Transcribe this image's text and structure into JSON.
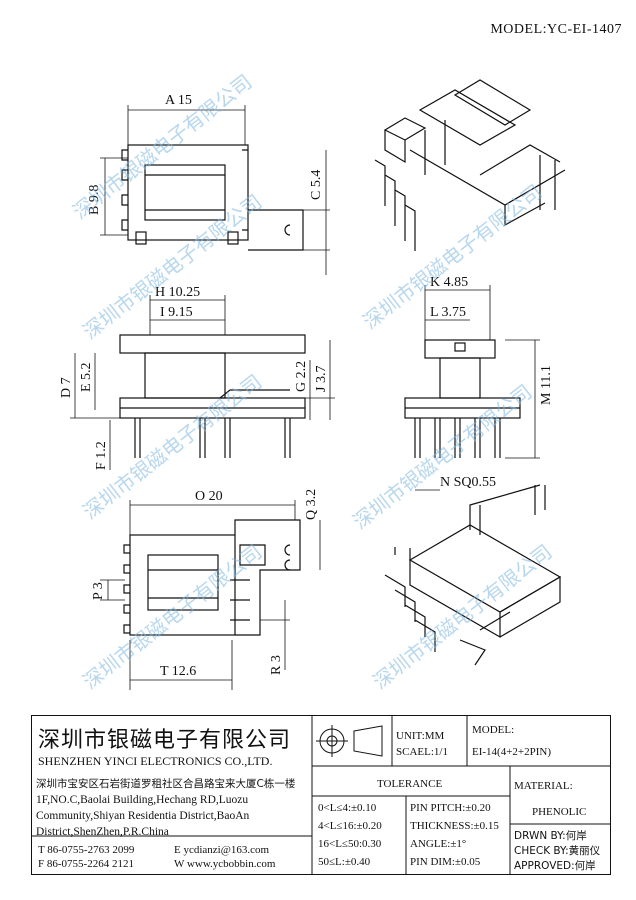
{
  "model_header": "MODEL:YC-EI-1407",
  "dimensions": {
    "A": "A 15",
    "B": "B 9.8",
    "C": "C 5.4",
    "H": "H 10.25",
    "I": "I 9.15",
    "D": "D 7",
    "E": "E 5.2",
    "F": "F 1.2",
    "G": "G 2.2",
    "J": "J 3.7",
    "K": "K 4.85",
    "L": "L 3.75",
    "M": "M 11.1",
    "N": "N SQ0.55",
    "O": "O 20",
    "P": "P 3",
    "Q": "Q 3.2",
    "R": "R 3",
    "T": "T 12.6"
  },
  "watermark": "深圳市银磁电子有限公司",
  "title_block": {
    "company_cn": "深圳市银磁电子有限公司",
    "company_en": "SHENZHEN YINCI ELECTRONICS CO.,LTD.",
    "address_cn": "深圳市宝安区石岩街道罗租社区合昌路宝来大厦C栋一楼",
    "address_en_1": "1F,NO.C,Baolai Building,Hechang RD,Luozu",
    "address_en_2": "Community,Shiyan Residentia District,BaoAn",
    "address_en_3": "District,ShenZhen,P.R.China",
    "tel": "T 86-0755-2763 2099",
    "fax": "F 86-0755-2264 2121",
    "email": "E ycdianzi@163.com",
    "web": "W www.ycbobbin.com",
    "unit": "UNIT:MM",
    "scale": "SCAEL:1/1",
    "model_label": "MODEL:",
    "model_value": "EI-14(4+2+2PIN)",
    "tolerance_title": "TOLERANCE",
    "tol": [
      "0<L≤4:±0.10",
      "4<L≤16:±0.20",
      "16<L≤50:0.30",
      "50≤L:±0.40"
    ],
    "pin": [
      "PIN PITCH:±0.20",
      "THICKNESS:±0.15",
      "ANGLE:±1°",
      "PIN DIM:±0.05"
    ],
    "material_label": "MATERIAL:",
    "material_value": "PHENOLIC",
    "drawn": "DRWN BY:何岸",
    "check": "CHECK BY:黄丽仪",
    "approved": "APPROVED:何岸"
  }
}
